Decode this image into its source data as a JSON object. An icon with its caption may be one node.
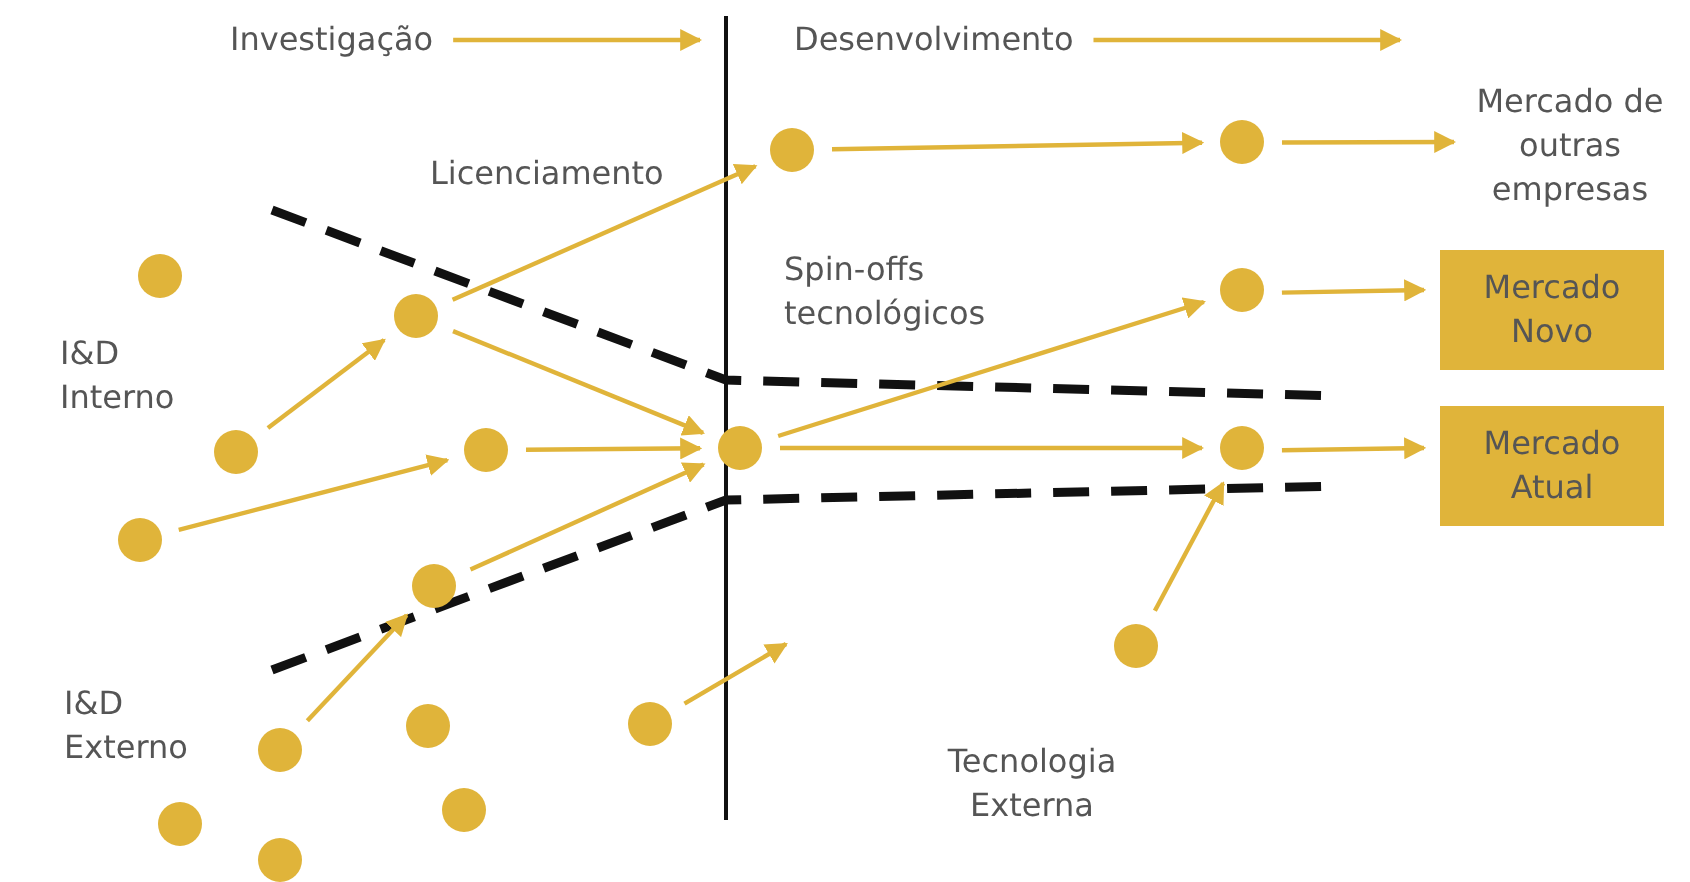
{
  "diagram": {
    "nodes": [
      {
        "text": [
          "Investigação"
        ]
      },
      {
        "text": [
          "Desenvolvimento"
        ]
      },
      {
        "text": [
          "Mercado de outras empresas"
        ]
      },
      {
        "text": [
          "Mercado Novo"
        ]
      },
      {
        "text": [
          "Mercado Atual"
        ]
      },
      {
        "text": [],
        "shape": "circle"
      },
      {
        "text": [],
        "shape": "circle"
      },
      {
        "text": [],
        "shape": "circle"
      },
      {
        "text": [],
        "shape": "circle"
      },
      {
        "text": [],
        "shape": "circle"
      },
      {
        "text": [],
        "shape": "circle"
      },
      {
        "text": [],
        "shape": "circle"
      },
      {
        "text": [],
        "shape": "circle"
      },
      {
        "text": [],
        "shape": "circle"
      },
      {
        "text": [],
        "shape": "circle"
      },
      {
        "text": [],
        "shape": "circle"
      },
      {
        "text": [],
        "shape": "circle"
      },
      {
        "text": [],
        "shape": "circle"
      },
      {
        "text": [],
        "shape": "circle"
      },
      {
        "text": [],
        "shape": "circle"
      },
      {
        "text": [],
        "shape": "circle"
      },
      {
        "text": [],
        "shape": "circle"
      },
      {
        "text": [],
        "shape": "circle"
      }
    ],
    "edges": [
      {
        "from": 0,
        "to": null,
        "arrow": "to"
      },
      {
        "from": 1,
        "to": null,
        "arrow": "to"
      },
      {
        "from": 7,
        "to": 6,
        "arrow": "to"
      },
      {
        "from": 6,
        "to": 17,
        "arrow": "to"
      },
      {
        "from": 9,
        "to": 8,
        "arrow": "to"
      },
      {
        "from": 8,
        "to": 17,
        "arrow": "to"
      },
      {
        "from": 10,
        "to": 17,
        "arrow": "to"
      },
      {
        "from": 11,
        "to": 10,
        "arrow": "to"
      },
      {
        "from": 13,
        "to": null,
        "arrow": "to"
      },
      {
        "from": 6,
        "to": 18,
        "arrow": "to"
      },
      {
        "from": 18,
        "to": 19,
        "arrow": "to"
      },
      {
        "from": 19,
        "to": 2,
        "arrow": "to"
      },
      {
        "from": 17,
        "to": 20,
        "arrow": "to"
      },
      {
        "from": 20,
        "to": 3,
        "arrow": "to"
      },
      {
        "from": 17,
        "to": 21,
        "arrow": "to"
      },
      {
        "from": 21,
        "to": 4,
        "arrow": "to"
      },
      {
        "from": 22,
        "to": 21,
        "arrow": "to"
      }
    ],
    "labels": [
      "Licenciamento",
      "Spin-offs tecnológicos",
      "I&D Interno",
      "I&D Externo",
      "Tecnologia Externa"
    ]
  }
}
